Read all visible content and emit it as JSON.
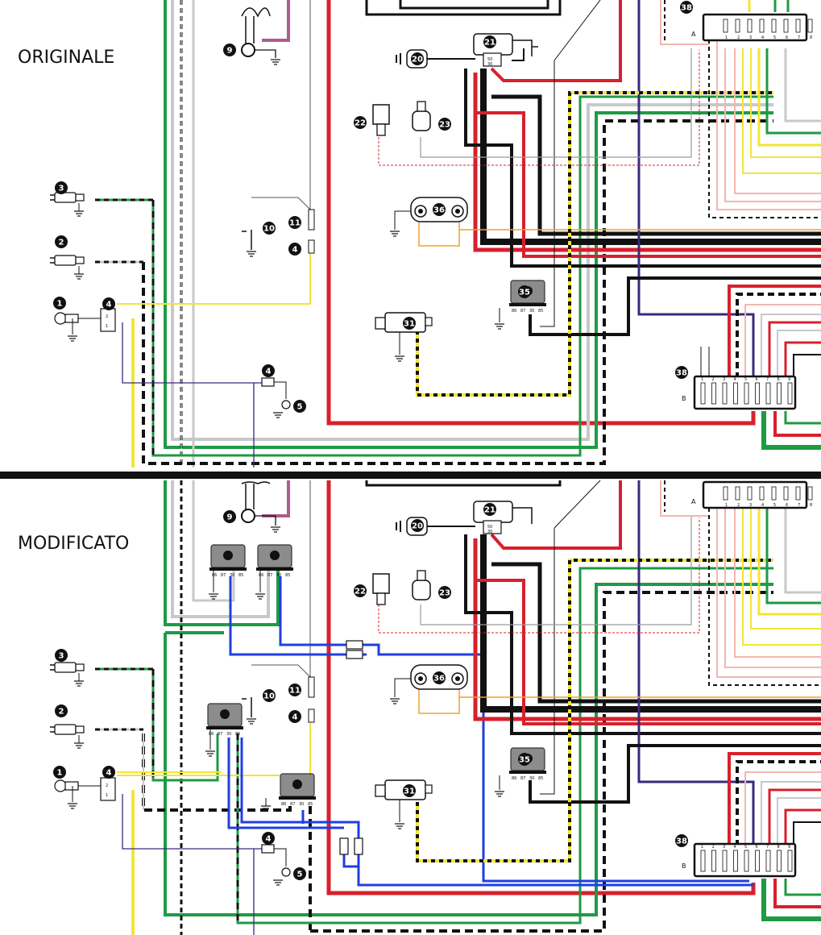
{
  "panels": [
    {
      "id": "top",
      "title": "ORIGINALE"
    },
    {
      "id": "bottom",
      "title": "MODIFICATO"
    }
  ],
  "markers": {
    "c1": "1",
    "c2": "2",
    "c3": "3",
    "c4": "4",
    "c5": "5",
    "c9": "9",
    "c10": "10",
    "c11": "11",
    "c20": "20",
    "c21": "21",
    "c22": "22",
    "c23": "23",
    "c31": "31",
    "c35": "35",
    "c36": "36",
    "c38": "38"
  },
  "relay_pins": [
    "86",
    "87",
    "30",
    "85"
  ],
  "starter_pins": [
    "50",
    "30"
  ],
  "connector_A": {
    "label": "A",
    "pins": [
      "1",
      "2",
      "3",
      "4",
      "5",
      "6",
      "7",
      "8"
    ]
  },
  "connector_B": {
    "label": "B",
    "pins": [
      "1",
      "2",
      "3",
      "4",
      "5",
      "6",
      "7",
      "8",
      "9"
    ]
  },
  "connector_4_pins": [
    "2",
    "1"
  ],
  "colors": {
    "red": "#d8202c",
    "black": "#111111",
    "green": "#1f9a45",
    "yellow": "#f2e535",
    "grey": "#c8c8c8",
    "blue": "#1f3fe0",
    "purple": "#5a2f8f",
    "orange": "#f0a030",
    "pink": "#f4b6b0",
    "mauve": "#b05c8c"
  }
}
